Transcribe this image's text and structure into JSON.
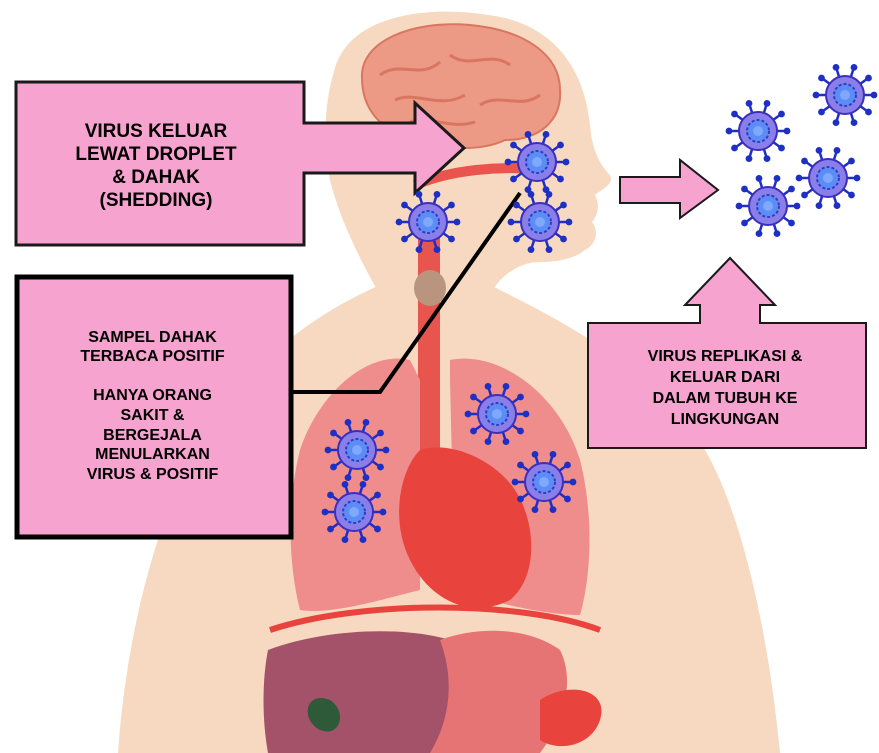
{
  "labels": {
    "shedding": "VIRUS KELUAR\nLEWAT DROPLET\n& DAHAK\n(SHEDDING)",
    "sample": "SAMPEL DAHAK\nTERBACA POSITIF\n\nHANYA ORANG\nSAKIT &\nBERGEJALA\nMENULARKAN\nVIRUS & POSITIF",
    "replication": "VIRUS REPLIKASI &\nKELUAR DARI\nDALAM TUBUH KE\nLINGKUNGAN"
  },
  "colors": {
    "callout_fill": "#f7a3cf",
    "callout_border": "#1a1a1a",
    "skin": "#f6d9c0",
    "lung": "#ef8c8c",
    "heart": "#e8433d",
    "liver": "#a4526a",
    "stomach": "#e67474",
    "brain": "#ec9a86",
    "virus_body": "#8a7fe8",
    "virus_core": "#5d8cf5",
    "virus_spike": "#1e2fc4"
  },
  "icons": [
    "virus-icon",
    "arrow-right-icon",
    "arrow-up-icon"
  ]
}
